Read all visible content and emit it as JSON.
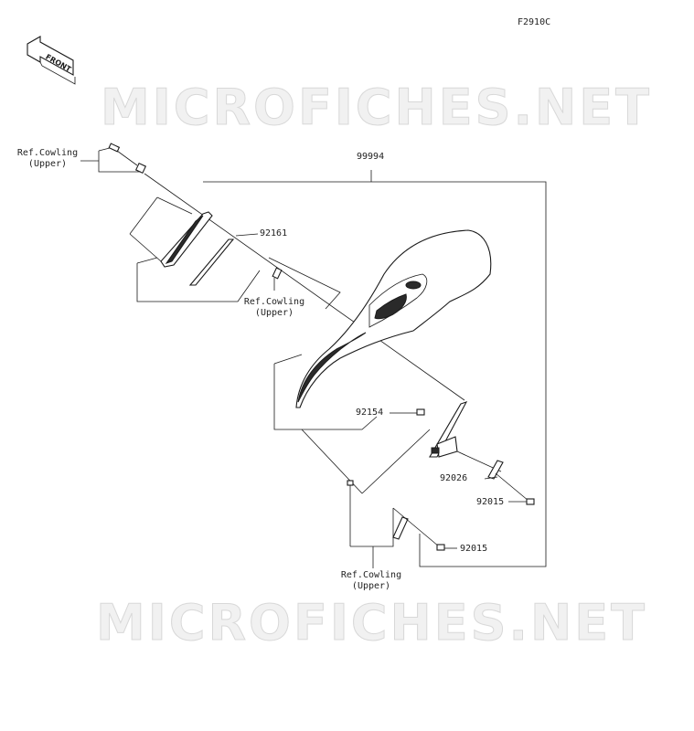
{
  "figure_code": "F2910C",
  "front_arrow": {
    "label": "FRONT",
    "icon": "front-arrow-icon"
  },
  "watermark": "MICROFICHES.NET",
  "labels": {
    "assembly": "99994",
    "p92161": "92161",
    "p92154": "92154",
    "p92026": "92026",
    "p92015_a": "92015",
    "p92015_b": "92015",
    "ref_top": {
      "line1": "Ref.Cowling",
      "line2": "(Upper)"
    },
    "ref_mid": {
      "line1": "Ref.Cowling",
      "line2": "(Upper)"
    },
    "ref_bottom": {
      "line1": "Ref.Cowling",
      "line2": "(Upper)"
    }
  }
}
